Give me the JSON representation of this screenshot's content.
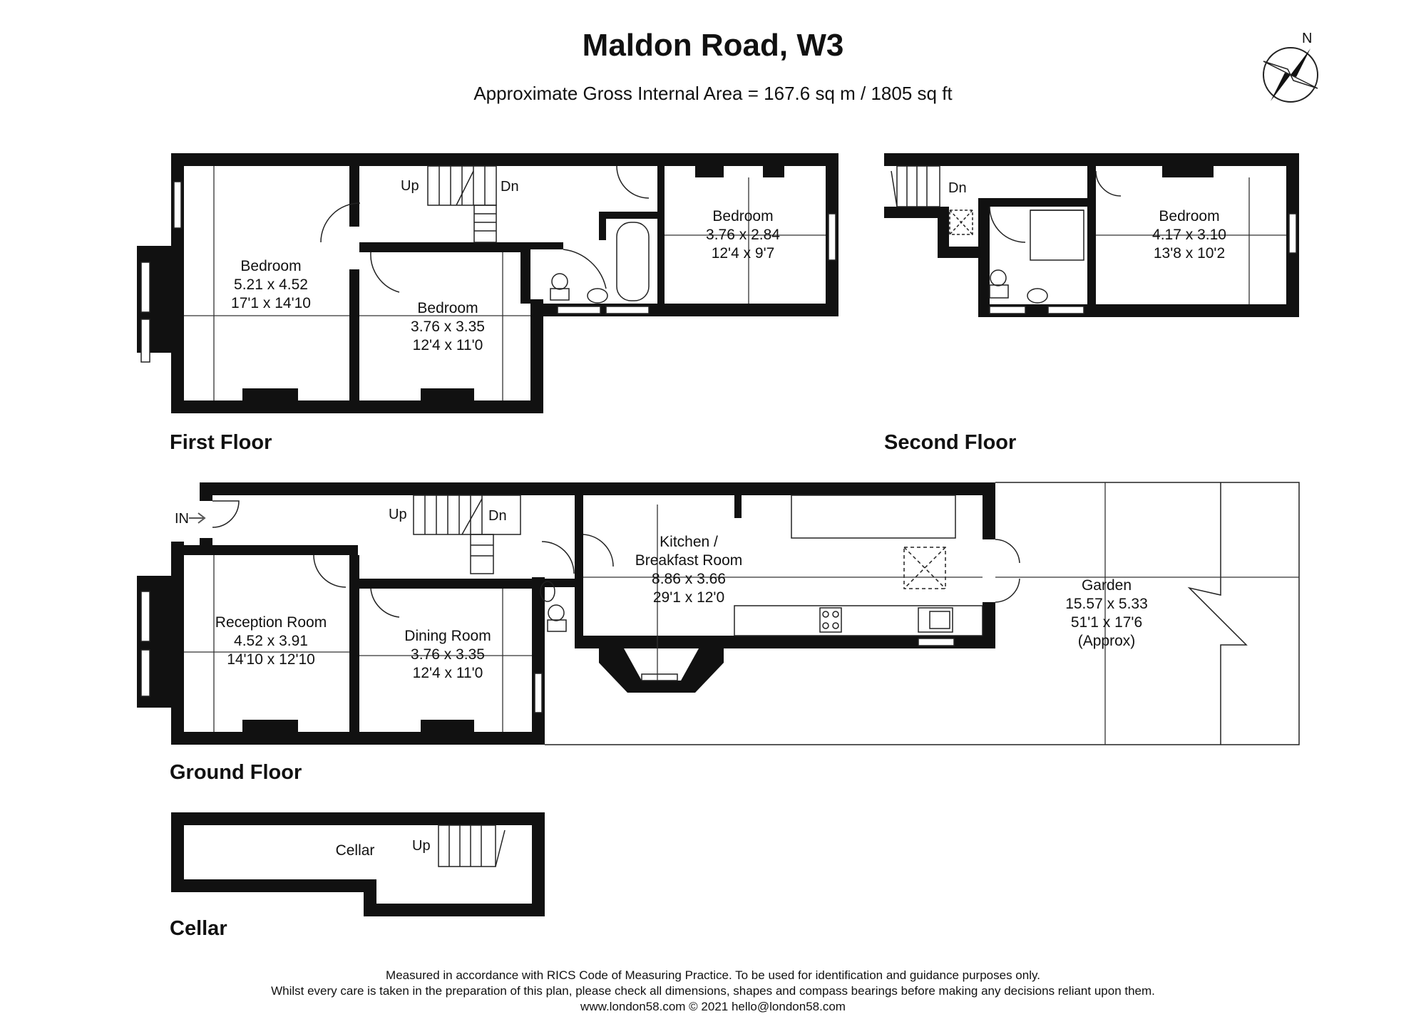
{
  "title": "Maldon Road, W3",
  "subtitle": "Approximate Gross Internal Area = 167.6 sq m / 1805 sq ft",
  "compass": {
    "label": "N"
  },
  "floors": {
    "first": {
      "name": "First Floor",
      "rooms": [
        {
          "lines": [
            "Bedroom",
            "5.21 x 4.52",
            "17'1 x 14'10"
          ]
        },
        {
          "lines": [
            "Bedroom",
            "3.76 x 3.35",
            "12'4 x 11'0"
          ]
        },
        {
          "lines": [
            "Bedroom",
            "3.76 x 2.84",
            "12'4 x 9'7"
          ]
        }
      ],
      "stairs_up": "Up",
      "stairs_down": "Dn"
    },
    "second": {
      "name": "Second Floor",
      "rooms": [
        {
          "lines": [
            "Bedroom",
            "4.17 x 3.10",
            "13'8 x 10'2"
          ]
        }
      ],
      "stairs_down": "Dn"
    },
    "ground": {
      "name": "Ground Floor",
      "entrance": "IN",
      "stairs_up": "Up",
      "stairs_down": "Dn",
      "rooms": [
        {
          "lines": [
            "Reception Room",
            "4.52 x 3.91",
            "14'10 x 12'10"
          ]
        },
        {
          "lines": [
            "Dining Room",
            "3.76 x 3.35",
            "12'4 x 11'0"
          ]
        },
        {
          "lines": [
            "Kitchen /",
            "Breakfast Room",
            "8.86 x 3.66",
            "29'1 x 12'0"
          ]
        },
        {
          "lines": [
            "Garden",
            "15.57 x 5.33",
            "51'1 x 17'6",
            "(Approx)"
          ]
        }
      ]
    },
    "cellar": {
      "name": "Cellar",
      "rooms": [
        {
          "lines": [
            "Cellar"
          ]
        }
      ],
      "stairs_up": "Up"
    }
  },
  "disclaimer": [
    "Measured in accordance with RICS Code of Measuring Practice. To be used for identification and guidance purposes only.",
    "Whilst every care is taken in the preparation of this plan, please check all dimensions, shapes and compass bearings before making any decisions reliant upon them.",
    "www.london58.com © 2021 hello@london58.com"
  ]
}
